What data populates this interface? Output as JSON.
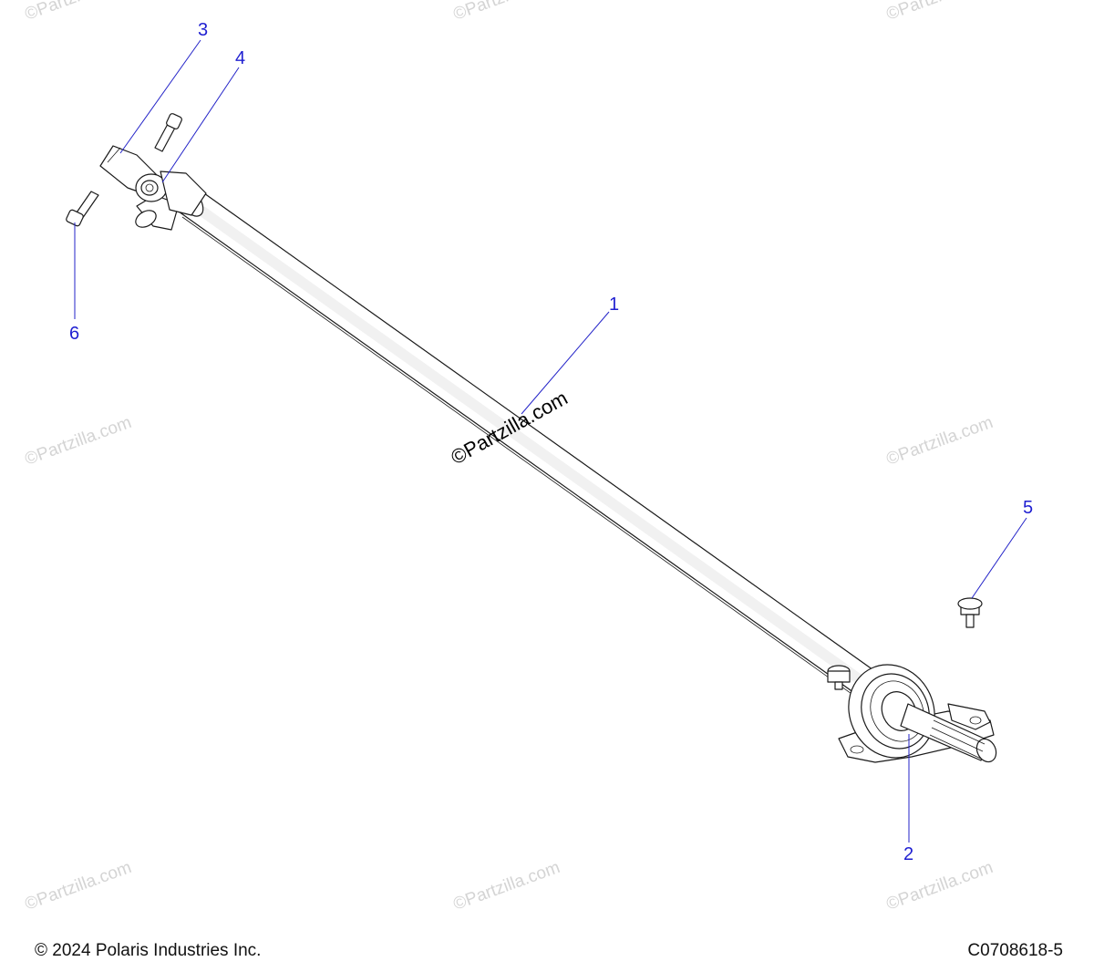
{
  "colors": {
    "callout": "#1f1fd1",
    "leader": "#2323c8",
    "line_art": "#1a1a1a",
    "watermark": "#d4d4d4"
  },
  "watermarks": {
    "center": "©Partzilla.com",
    "repeat": "©Partzilla.com"
  },
  "callouts": [
    {
      "label": "1",
      "part": "drive-shaft-tube"
    },
    {
      "label": "2",
      "part": "carrier-bearing"
    },
    {
      "label": "3",
      "part": "yoke"
    },
    {
      "label": "4",
      "part": "u-joint"
    },
    {
      "label": "5",
      "part": "flange-bolt"
    },
    {
      "label": "6",
      "part": "yoke-bolt"
    }
  ],
  "footer": {
    "copyright": "© 2024 Polaris Industries Inc.",
    "diagram_id": "C0708618-5"
  }
}
